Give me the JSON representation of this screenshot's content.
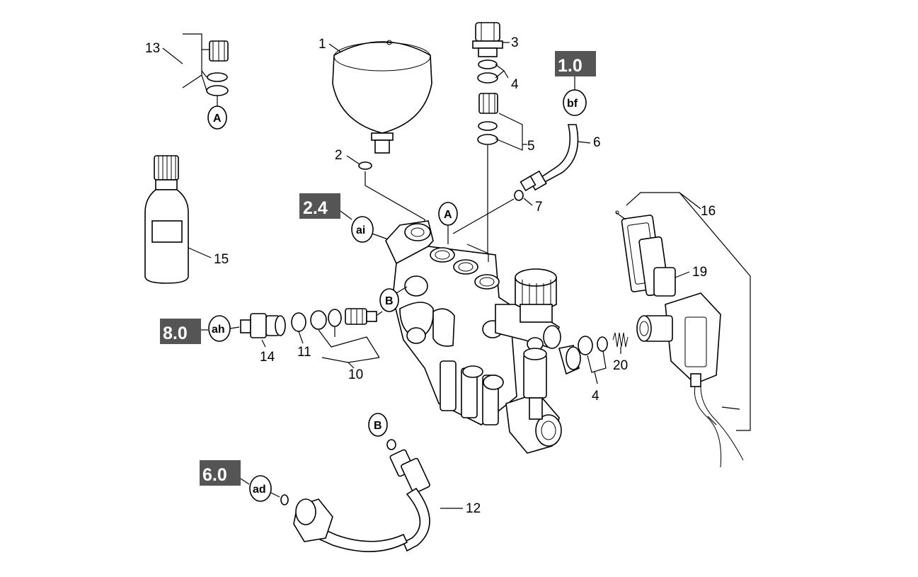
{
  "part_labels": {
    "p1": "1",
    "p2": "2",
    "p3": "3",
    "p4a": "4",
    "p4b": "4",
    "p5": "5",
    "p6": "6",
    "p7": "7",
    "p10": "10",
    "p11": "11",
    "p12": "12",
    "p13": "13",
    "p14": "14",
    "p15": "15",
    "p16": "16",
    "p19": "19",
    "p20": "20"
  },
  "torque_values": {
    "t1": "1.0",
    "t2": "2.4",
    "t3": "8.0",
    "t4": "6.0"
  },
  "callouts": {
    "bf": "bf",
    "ai": "ai",
    "ah": "ah",
    "ad": "ad",
    "a_top": "A",
    "a_body": "A",
    "b_body": "B",
    "b_hose": "B"
  },
  "colors": {
    "line": "#000000",
    "badge": "#555555",
    "paper": "#ffffff"
  }
}
